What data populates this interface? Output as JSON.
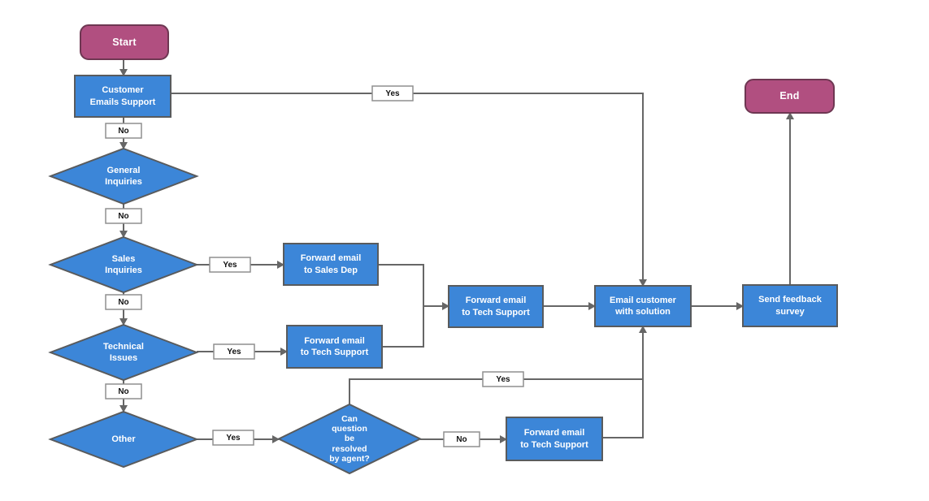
{
  "diagram": {
    "nodes": [
      {
        "id": "start",
        "kind": "terminator",
        "label": "Start"
      },
      {
        "id": "customer-emails-support",
        "kind": "process",
        "label": "Customer\nEmails Support"
      },
      {
        "id": "general-inquiries",
        "kind": "decision",
        "label": "General\nInquiries"
      },
      {
        "id": "sales-inquiries",
        "kind": "decision",
        "label": "Sales\nInquiries"
      },
      {
        "id": "technical-issues",
        "kind": "decision",
        "label": "Technical\nIssues"
      },
      {
        "id": "other",
        "kind": "decision",
        "label": "Other"
      },
      {
        "id": "forward-email-sales-dep",
        "kind": "process",
        "label": "Forward email\nto Sales Dep"
      },
      {
        "id": "forward-email-tech-support-1",
        "kind": "process",
        "label": "Forward email\nto Tech Support"
      },
      {
        "id": "forward-email-tech-support-2",
        "kind": "process",
        "label": "Forward email\nto Tech Support"
      },
      {
        "id": "email-customer-with-solution",
        "kind": "process",
        "label": "Email customer\nwith solution"
      },
      {
        "id": "send-feedback-survey",
        "kind": "process",
        "label": "Send feedback\nsurvey"
      },
      {
        "id": "can-question-be-resolved",
        "kind": "decision",
        "label": "Can\nquestion\nbe\nresolved\nby agent?"
      },
      {
        "id": "forward-email-tech-support-3",
        "kind": "process",
        "label": "Forward email\nto Tech Support"
      },
      {
        "id": "end",
        "kind": "terminator",
        "label": "End"
      }
    ],
    "edge_labels": [
      {
        "id": "label-yes-top",
        "text": "Yes"
      },
      {
        "id": "label-no-1",
        "text": "No"
      },
      {
        "id": "label-no-2",
        "text": "No"
      },
      {
        "id": "label-yes-sales",
        "text": "Yes"
      },
      {
        "id": "label-no-3",
        "text": "No"
      },
      {
        "id": "label-yes-technical",
        "text": "Yes"
      },
      {
        "id": "label-no-4",
        "text": "No"
      },
      {
        "id": "label-yes-other",
        "text": "Yes"
      },
      {
        "id": "label-yes-resolved",
        "text": "Yes"
      },
      {
        "id": "label-no-resolved",
        "text": "No"
      }
    ],
    "colors": {
      "background": "#ffffff",
      "process_fill": "#3c86d8",
      "process_border": "#595b5d",
      "decision_fill": "#3c86d8",
      "decision_border": "#595b5d",
      "terminator_fill": "#b14f80",
      "terminator_border": "#6e3752",
      "node_text": "#ffffff",
      "edge_stroke": "#666666",
      "edge_label_bg": "#ffffff",
      "edge_label_border": "#8f8f8f",
      "edge_label_text": "#111111"
    }
  }
}
